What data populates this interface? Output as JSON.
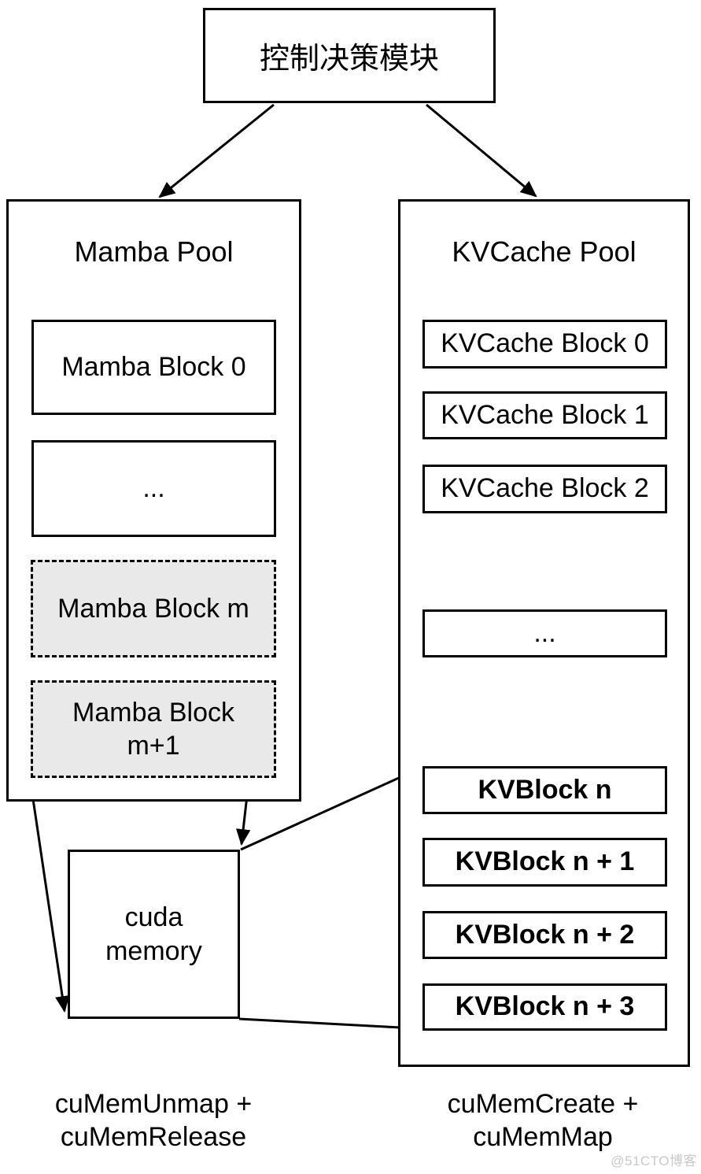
{
  "header": {
    "title": "控制决策模块"
  },
  "mamba_pool": {
    "title": "Mamba Pool",
    "blocks": [
      {
        "label": "Mamba Block 0",
        "style": "solid"
      },
      {
        "label": "...",
        "style": "solid"
      },
      {
        "label": "Mamba Block m",
        "style": "dashed-gray"
      },
      {
        "label": "Mamba Block m+1",
        "style": "dashed-gray"
      }
    ],
    "caption": "cuMemUnmap + cuMemRelease"
  },
  "kvcache_pool": {
    "title": "KVCache Pool",
    "blocks": [
      {
        "label": "KVCache Block 0",
        "style": "solid"
      },
      {
        "label": "KVCache Block 1",
        "style": "solid"
      },
      {
        "label": "KVCache Block 2",
        "style": "solid"
      },
      {
        "label": "...",
        "style": "solid"
      },
      {
        "label": "KVBlock n",
        "style": "bold"
      },
      {
        "label": "KVBlock n + 1",
        "style": "bold"
      },
      {
        "label": "KVBlock n + 2",
        "style": "bold"
      },
      {
        "label": "KVBlock n + 3",
        "style": "bold"
      }
    ],
    "caption": "cuMemCreate + cuMemMap"
  },
  "cuda_memory": {
    "label": "cuda memory"
  },
  "edges": [
    {
      "from": "control-module",
      "to": "mamba-pool"
    },
    {
      "from": "control-module",
      "to": "kvcache-pool"
    },
    {
      "from": "mamba-block-m",
      "to": "cuda-memory"
    },
    {
      "from": "mamba-block-m+1",
      "to": "cuda-memory"
    },
    {
      "from": "cuda-memory",
      "to": "kvblock-n"
    },
    {
      "from": "cuda-memory",
      "to": "kvblock-n+3"
    }
  ],
  "watermark": "@51CTO博客",
  "colors": {
    "line": "#000000",
    "background": "#ffffff",
    "dashed_block_fill": "#e9e9e9",
    "watermark": "#c8c8c8"
  }
}
